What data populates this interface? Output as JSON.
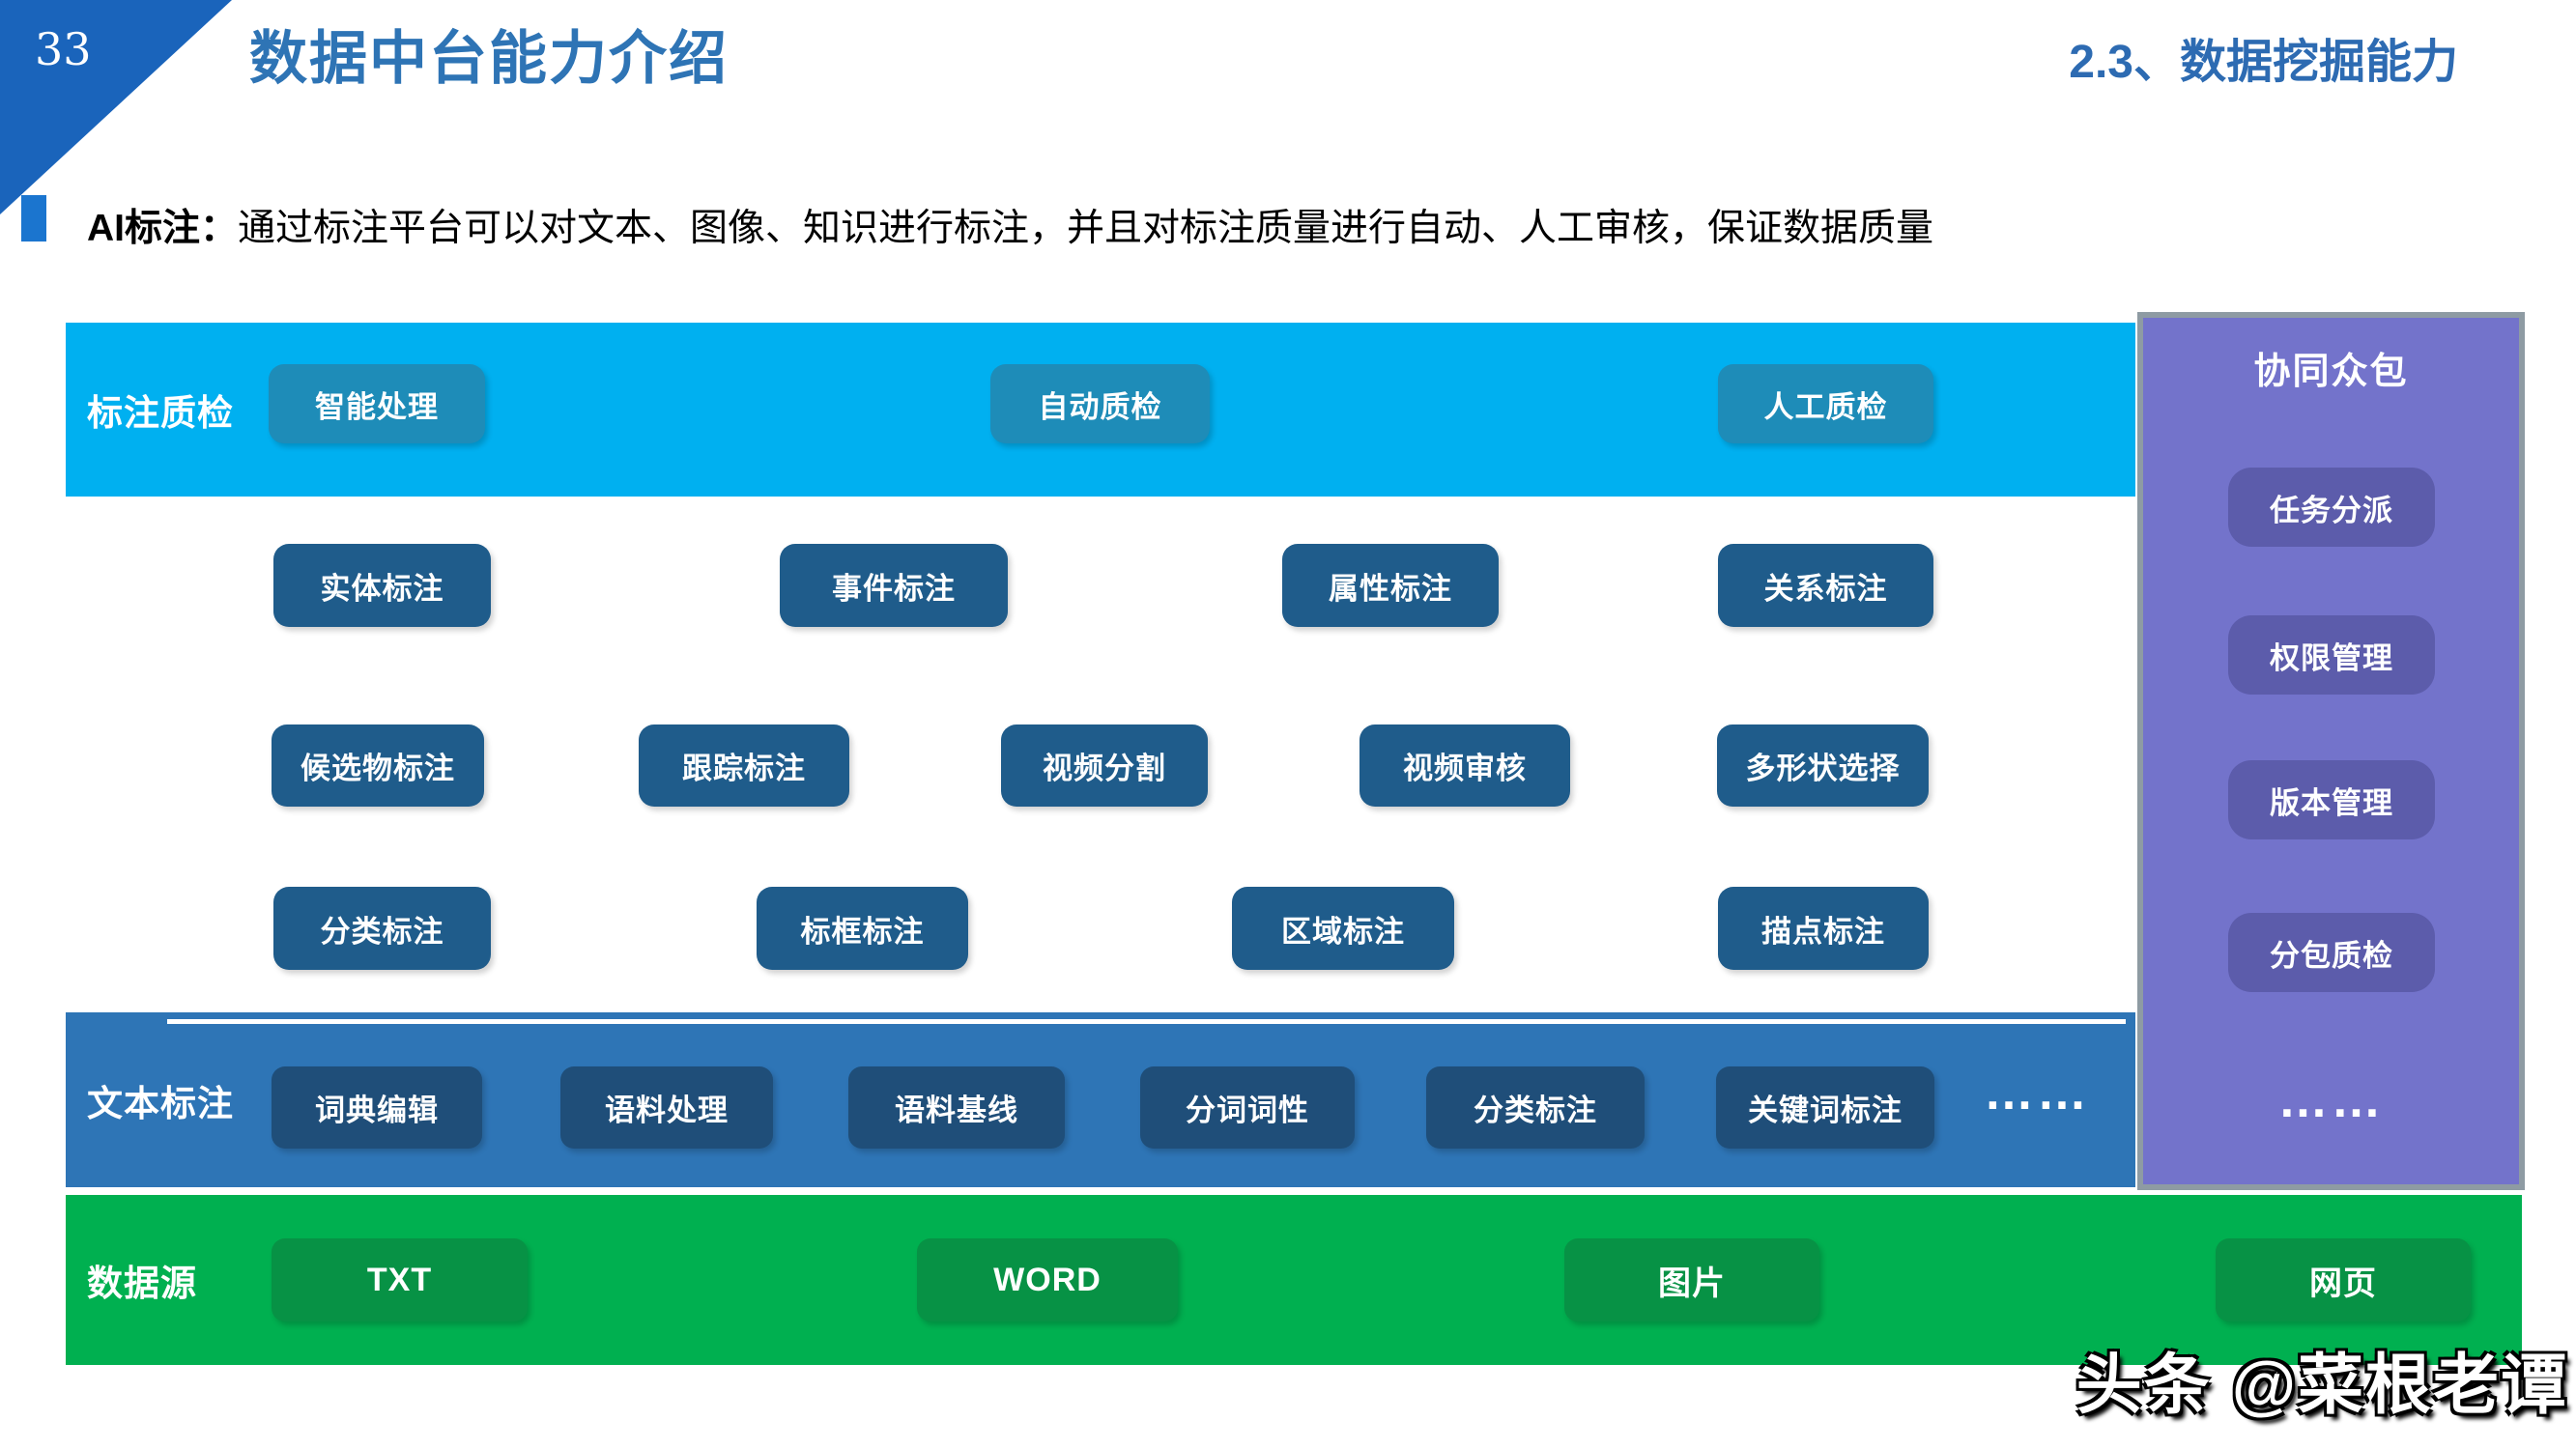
{
  "page_number": "33",
  "header": {
    "title": "数据中台能力介绍",
    "section": "2.3、数据挖掘能力"
  },
  "intro": {
    "label": "AI标注：",
    "text": "通过标注平台可以对文本、图像、知识进行标注，并且对标注质量进行自动、人工审核，保证数据质量"
  },
  "quality_band": {
    "label": "标注质检",
    "buttons": [
      "智能处理",
      "自动质检",
      "人工质检"
    ]
  },
  "annotation_area": {
    "rows": [
      [
        "实体标注",
        "事件标注",
        "属性标注",
        "关系标注"
      ],
      [
        "候选物标注",
        "跟踪标注",
        "视频分割",
        "视频审核",
        "多形状选择"
      ],
      [
        "分类标注",
        "标框标注",
        "区域标注",
        "描点标注"
      ]
    ]
  },
  "text_band": {
    "label": "文本标注",
    "buttons": [
      "词典编辑",
      "语料处理",
      "语料基线",
      "分词词性",
      "分类标注",
      "关键词标注"
    ],
    "ellipsis": "……"
  },
  "source_band": {
    "label": "数据源",
    "buttons": [
      "TXT",
      "WORD",
      "图片",
      "网页"
    ]
  },
  "crowd_panel": {
    "title": "协同众包",
    "buttons": [
      "任务分派",
      "权限管理",
      "版本管理",
      "分包质检"
    ],
    "ellipsis": "……"
  },
  "watermark": "头条 @菜根老谭",
  "colors": {
    "accent_blue": "#2e74b5",
    "corner_triangle": "#1a64bb",
    "intro_bullet": "#1b75cf",
    "cyan_band": "#00b0f0",
    "cyan_button": "#1e8cb8",
    "navy_button": "#1f5c8b",
    "text_band": "#2e75b6",
    "text_button": "#1f4e79",
    "green_band": "#00b050",
    "green_button": "#079245",
    "purple_panel": "#7373cb",
    "purple_button": "#5c5cab",
    "panel_border": "#8e9ba3"
  }
}
